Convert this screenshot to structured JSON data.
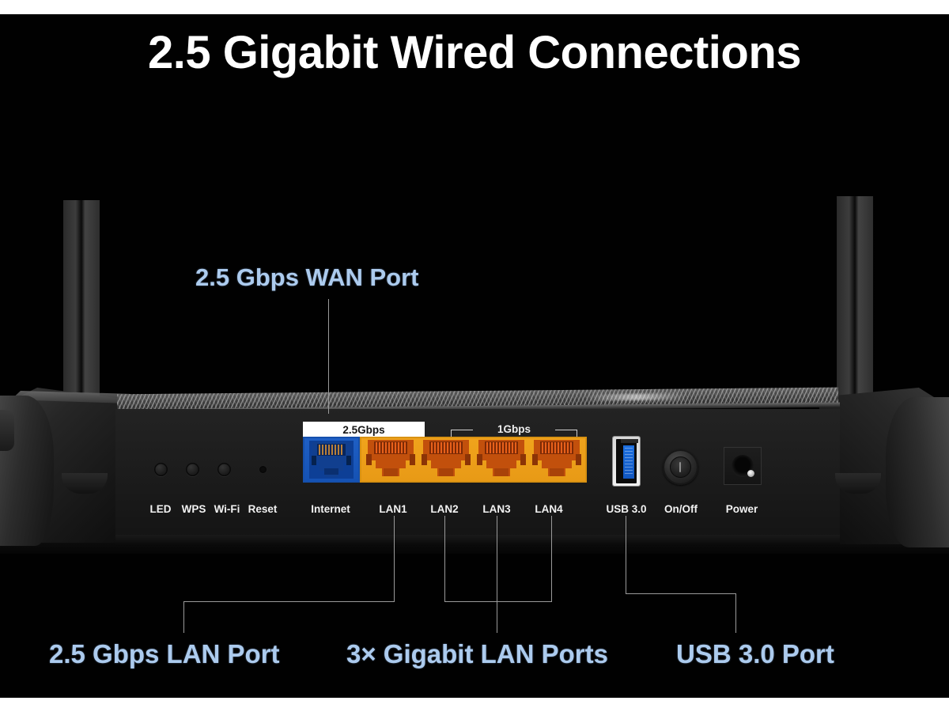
{
  "meta": {
    "scene": "router-rear-panel-product-diagram",
    "background_color": "#010101",
    "accent_blue": "#accbee",
    "wan_port_color": "#1f5fc4",
    "lan_port_color": "#f0a31c"
  },
  "header": {
    "title": "2.5 Gigabit Wired Connections"
  },
  "callouts": {
    "wan": "2.5 Gbps WAN Port",
    "lan_25g": "2.5 Gbps LAN Port",
    "lan_gigabit": "3× Gigabit LAN Ports",
    "usb": "USB 3.0 Port"
  },
  "speed_badges": {
    "wan_badge": "2.5Gbps",
    "lan_badge": "1Gbps"
  },
  "panel_labels": [
    {
      "id": "led",
      "text": "LED"
    },
    {
      "id": "wps",
      "text": "WPS"
    },
    {
      "id": "wifi",
      "text": "Wi-Fi"
    },
    {
      "id": "reset",
      "text": "Reset"
    },
    {
      "id": "internet",
      "text": "Internet"
    },
    {
      "id": "lan1",
      "text": "LAN1"
    },
    {
      "id": "lan2",
      "text": "LAN2"
    },
    {
      "id": "lan3",
      "text": "LAN3"
    },
    {
      "id": "lan4",
      "text": "LAN4"
    },
    {
      "id": "usb",
      "text": "USB 3.0"
    },
    {
      "id": "onoff",
      "text": "On/Off"
    },
    {
      "id": "power",
      "text": "Power"
    }
  ]
}
